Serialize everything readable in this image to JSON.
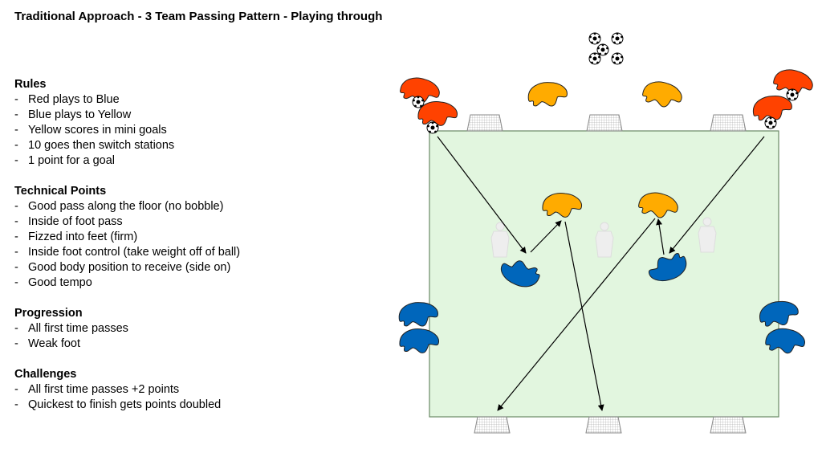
{
  "title": "Traditional Approach - 3 Team Passing Pattern - Playing through",
  "sections": [
    {
      "heading": "Rules",
      "items": [
        "Red plays to Blue",
        "Blue plays to Yellow",
        "Yellow scores in mini goals",
        "10 goes then switch stations",
        "1 point for a goal"
      ]
    },
    {
      "heading": "Technical Points",
      "items": [
        "Good pass along the floor (no bobble)",
        "Inside of foot pass",
        "Fizzed into feet (firm)",
        "Inside foot control (take weight off of ball)",
        "Good body position to receive (side on)",
        "Good tempo"
      ]
    },
    {
      "heading": "Progression",
      "items": [
        "All first time passes",
        "Weak foot"
      ]
    },
    {
      "heading": "Challenges",
      "items": [
        "All first time passes +2 points",
        "Quickest to finish gets points doubled"
      ]
    }
  ],
  "bullet": "-",
  "colors": {
    "red": "#ff4200",
    "yellow": "#ffab00",
    "blue": "#0066bb",
    "pitch": "#e2f6df",
    "pitch_border": "#6a8a66",
    "mannequin": "#eeeeee"
  }
}
